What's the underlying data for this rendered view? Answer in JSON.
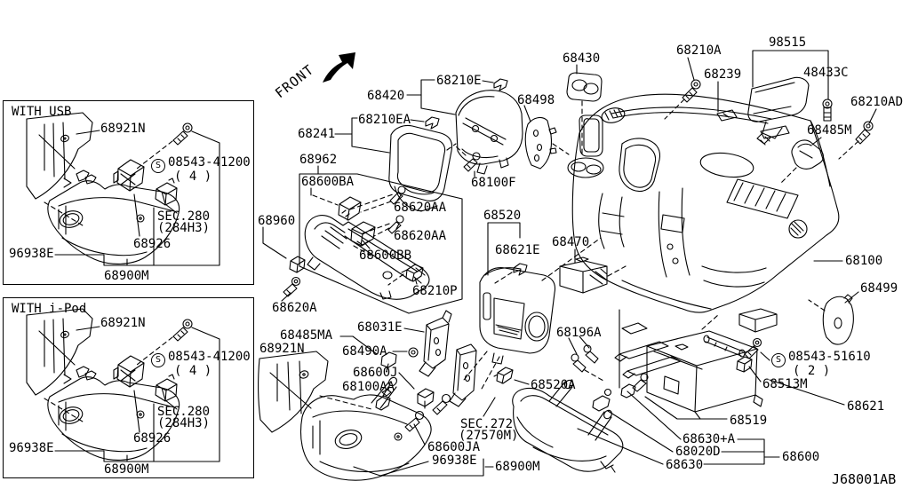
{
  "drawing": {
    "code": "J68001AB",
    "front_label": "FRONT"
  },
  "insets": {
    "usb_title": "WITH USB",
    "ipod_title": "WITH i-Pod"
  },
  "callouts": {
    "s_symbol": "S",
    "bolt_41200": "08543-41200",
    "bolt_41200_qty": "( 4 )",
    "bolt_51610": "08543-51610",
    "bolt_51610_qty": "( 2 )",
    "sec280_1": "SEC.280",
    "sec280_2": "(284H3)",
    "sec272_1": "SEC.272",
    "sec272_2": "(27570M)"
  },
  "parts": {
    "p68921N": "68921N",
    "p96938E": "96938E",
    "p68926": "68926",
    "p68900M": "68900M",
    "p68420": "68420",
    "p68210E": "68210E",
    "p68498": "68498",
    "p68210EA": "68210EA",
    "p68241": "68241",
    "p68962": "68962",
    "p68600BA": "68600BA",
    "p68620AA": "68620AA",
    "p68600BB": "68600BB",
    "p68960": "68960",
    "p68620A": "68620A",
    "p68210P": "68210P",
    "p68100F": "68100F",
    "p68520": "68520",
    "p68621E": "68621E",
    "p68470": "68470",
    "p68430": "68430",
    "p68210A": "68210A",
    "p98515": "98515",
    "p68239": "68239",
    "p48433C": "48433C",
    "p68210AD": "68210AD",
    "p68485M": "68485M",
    "p68100": "68100",
    "p68499": "68499",
    "p68513M": "68513M",
    "p68621": "68621",
    "p68519": "68519",
    "p68630A": "68630+A",
    "p68020D": "68020D",
    "p68630": "68630",
    "p68600": "68600",
    "p68196A": "68196A",
    "p68485MA": "68485MA",
    "p68031E": "68031E",
    "p68490A": "68490A",
    "p68600J": "68600J",
    "p68100AA": "68100AA",
    "p68600JA": "68600JA",
    "p68520A": "68520A"
  }
}
